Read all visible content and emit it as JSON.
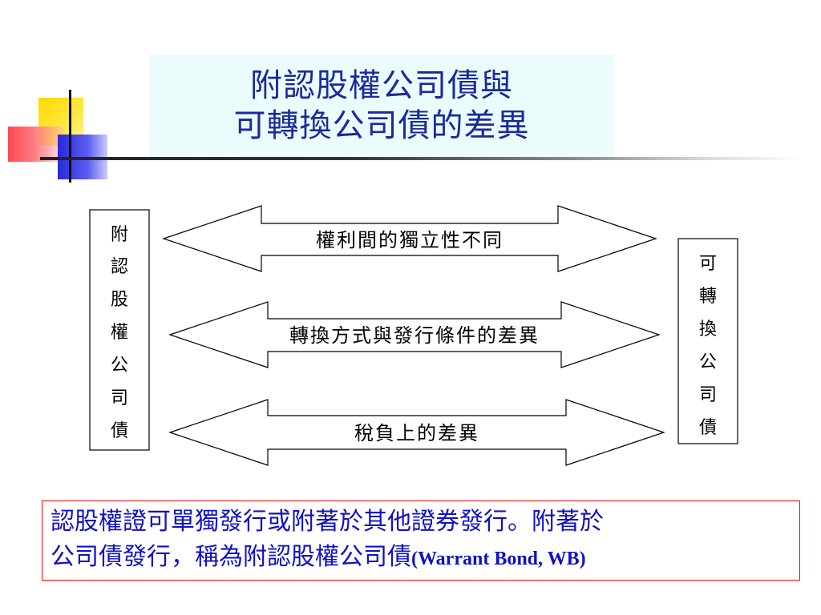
{
  "title": {
    "line1": "附認股權公司債與",
    "line2": "可轉換公司債的差異"
  },
  "left_box": {
    "chars": [
      "附",
      "認",
      "股",
      "權",
      "公",
      "司",
      "債"
    ]
  },
  "right_box": {
    "chars": [
      "可",
      "轉",
      "換",
      "公",
      "司",
      "債"
    ]
  },
  "arrows": [
    {
      "label": "權利間的獨立性不同"
    },
    {
      "label": "轉換方式與發行條件的差異"
    },
    {
      "label": "稅負上的差異"
    }
  ],
  "note": {
    "line1": "認股權證可單獨發行或附著於其他證券發行。附著於",
    "line2_main": "公司債發行，稱為附認股權公司債",
    "line2_en": "(Warrant Bond, WB)"
  },
  "colors": {
    "title": "#1a2a9c",
    "note_text": "#1010c8",
    "note_border": "#ff0000"
  }
}
